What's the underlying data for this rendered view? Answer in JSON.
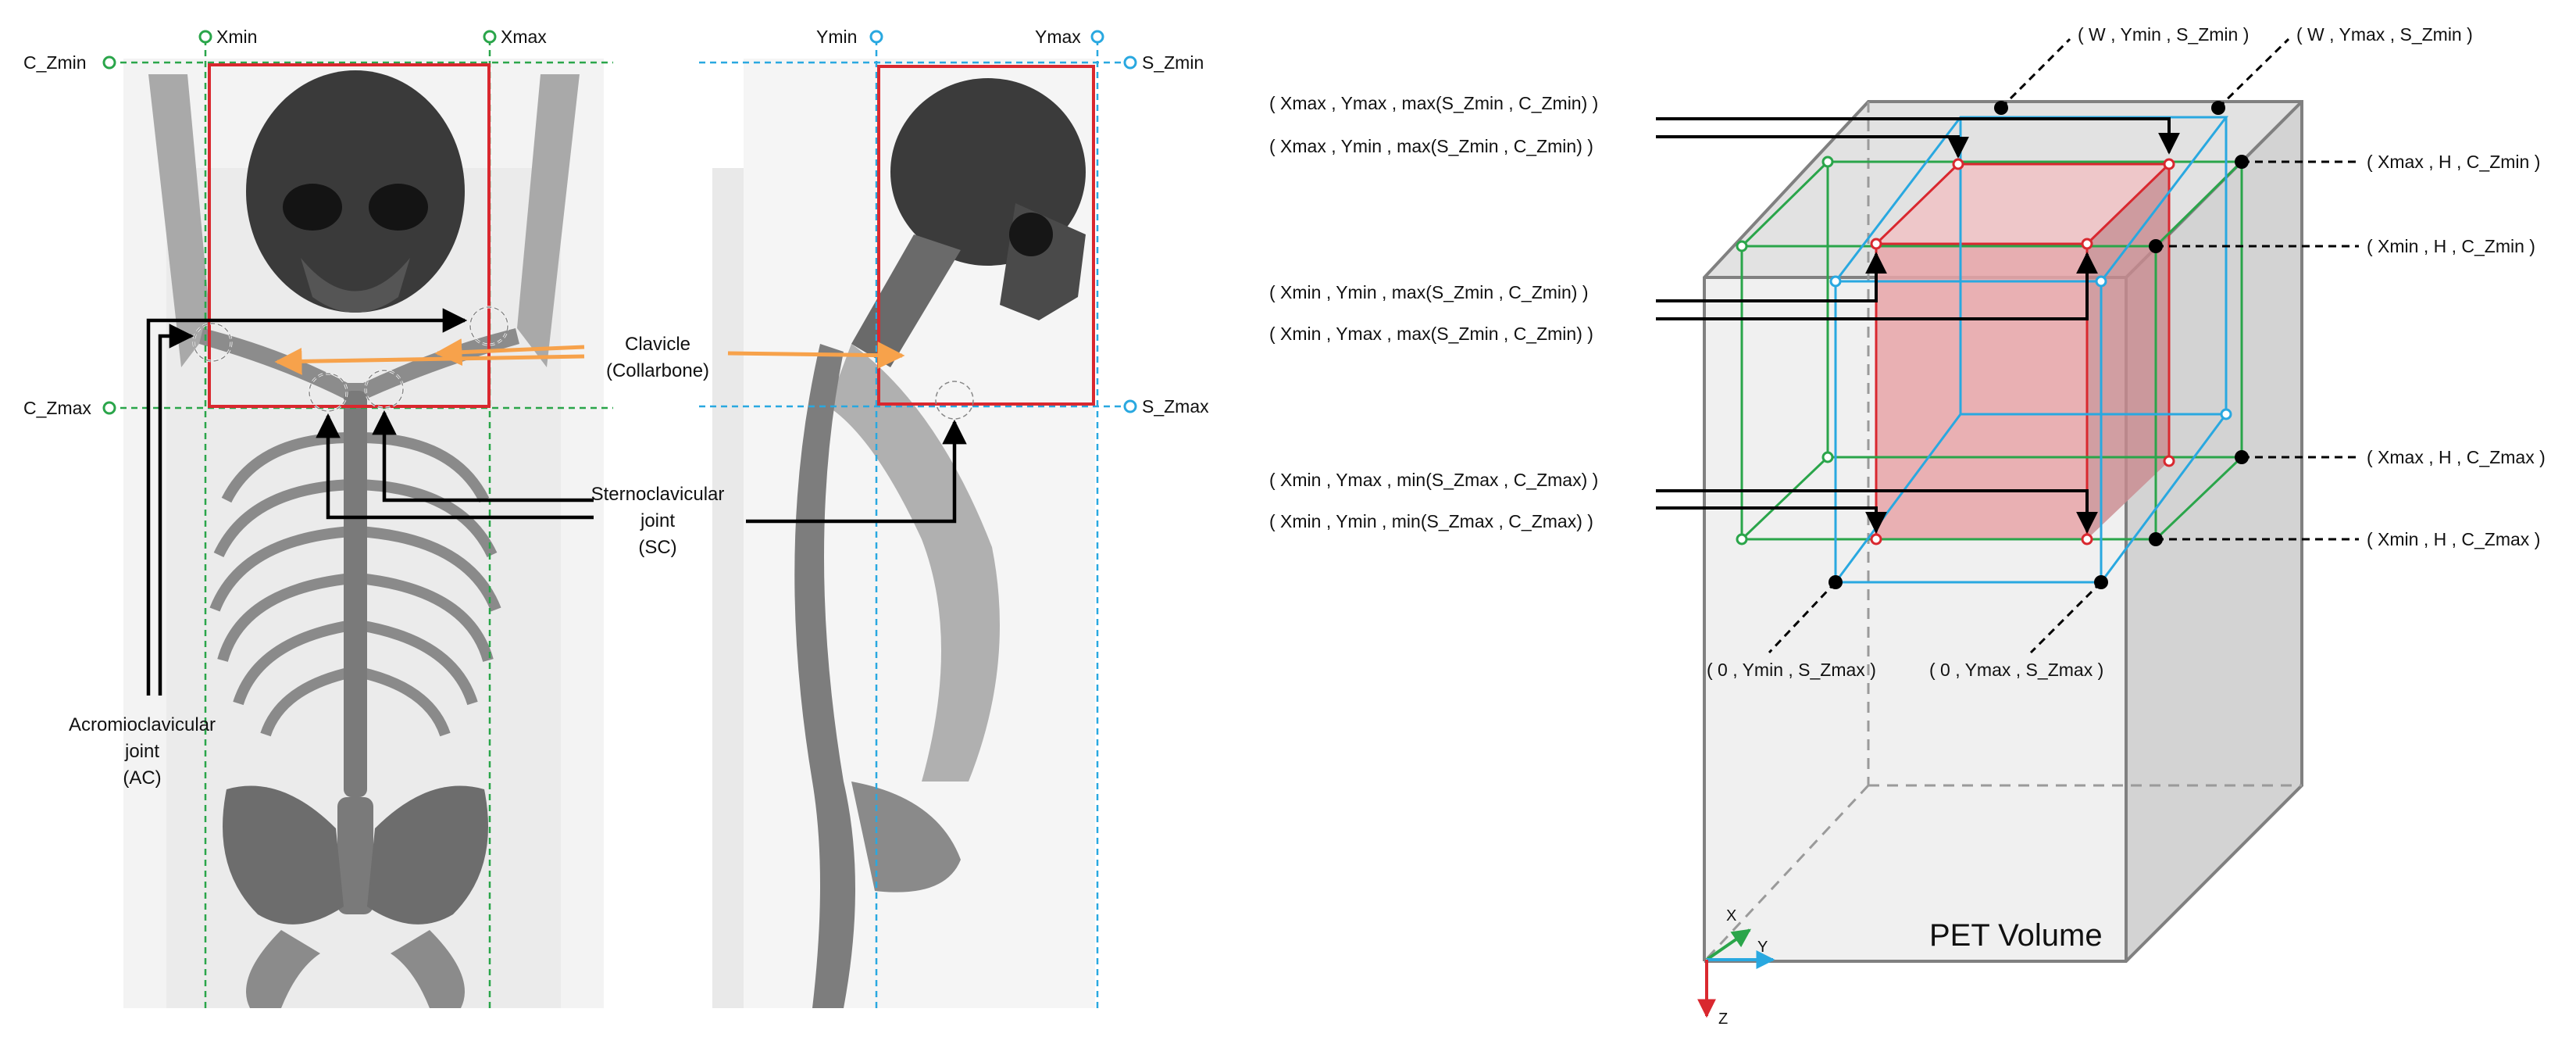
{
  "axis_labels": {
    "xmin": "Xmin",
    "xmax": "Xmax",
    "c_zmin": "C_Zmin",
    "c_zmax": "C_Zmax",
    "ymin": "Ymin",
    "ymax": "Ymax",
    "s_zmin": "S_Zmin",
    "s_zmax": "S_Zmax"
  },
  "annotations": {
    "clavicle": [
      "Clavicle",
      "(Collarbone)"
    ],
    "sc_joint": [
      "Sternoclavicular",
      "joint",
      "(SC)"
    ],
    "ac_joint": [
      "Acromioclavicular",
      "joint",
      "(AC)"
    ]
  },
  "left_coords": [
    "( Xmax  , Ymax , max(S_Zmin , C_Zmin) )",
    "( Xmax  , Ymin , max(S_Zmin , C_Zmin) )",
    "( Xmin  , Ymin , max(S_Zmin , C_Zmin) )",
    "( Xmin  , Ymax , max(S_Zmin , C_Zmin) )",
    "( Xmin  , Ymax , min(S_Zmax , C_Zmax) )",
    "( Xmin  , Ymin , min(S_Zmax , C_Zmax) )"
  ],
  "right_coords": [
    "( Xmax , H , C_Zmin )",
    "( Xmin , H , C_Zmin )",
    "( Xmax , H , C_Zmax )",
    "( Xmin , H , C_Zmax )"
  ],
  "top_coords": [
    "( W , Ymin , S_Zmin )",
    "( W , Ymax , S_Zmin )"
  ],
  "bottom_coords": [
    "( 0 , Ymin , S_Zmax )",
    "( 0 , Ymax , S_Zmax )"
  ],
  "volume_label": "PET Volume",
  "axes": {
    "x": "X",
    "y": "Y",
    "z": "Z"
  },
  "colors": {
    "green": "#2aa54a",
    "blue": "#29a8e0",
    "red": "#d9282f",
    "orange": "#f7a24b",
    "box_face": "#e8e8e8",
    "red_fill": "#e8a4a8"
  }
}
